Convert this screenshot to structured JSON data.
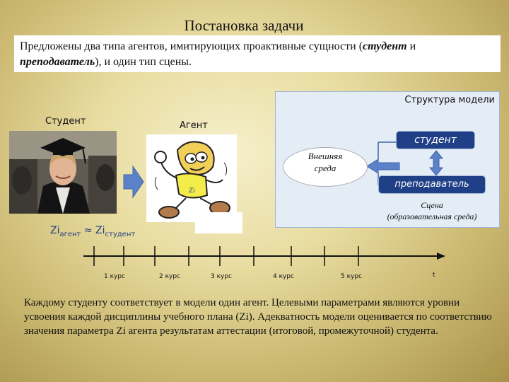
{
  "slide": {
    "title": "Постановка задачи",
    "intro": {
      "text_before": "Предложены два типа агентов, имитирующих проактивные сущности (",
      "student_word": "студент",
      "and_word": " и ",
      "teacher_word": "преподаватель",
      "text_after": "), и один тип сцены."
    },
    "labels": {
      "student": "Студент",
      "agent": "Агент",
      "model_structure": "Структура модели",
      "external_env_line1": "Внешняя",
      "external_env_line2": "среда",
      "student_role": "студент",
      "teacher_role": "преподаватель",
      "scene_line1": "Сцена",
      "scene_line2": "(образовательная среда)",
      "agent_shirt": "Zi"
    },
    "formula": {
      "lhs_base": "Zi",
      "lhs_sub": "агент",
      "approx": " ≈ ",
      "rhs_base": "Zi",
      "rhs_sub": "студент"
    },
    "timeline": {
      "ticks": [
        "1 курс",
        "2 курс",
        "3 курс",
        "4 курс",
        "5 курс",
        "t"
      ]
    },
    "bottom_text": "Каждому студенту соответствует в модели один агент. Целевыми параметрами являются уровни усвоения каждой дисциплины учебного плана (Zi). Адекватность модели оценивается по соответствию значения параметра Zi агента результатам аттестации (итоговой, промежуточной) студента.",
    "colors": {
      "role_box": "#1f3f86",
      "arrow": "#5b82c8",
      "model_panel": "#e4ecf6"
    }
  }
}
